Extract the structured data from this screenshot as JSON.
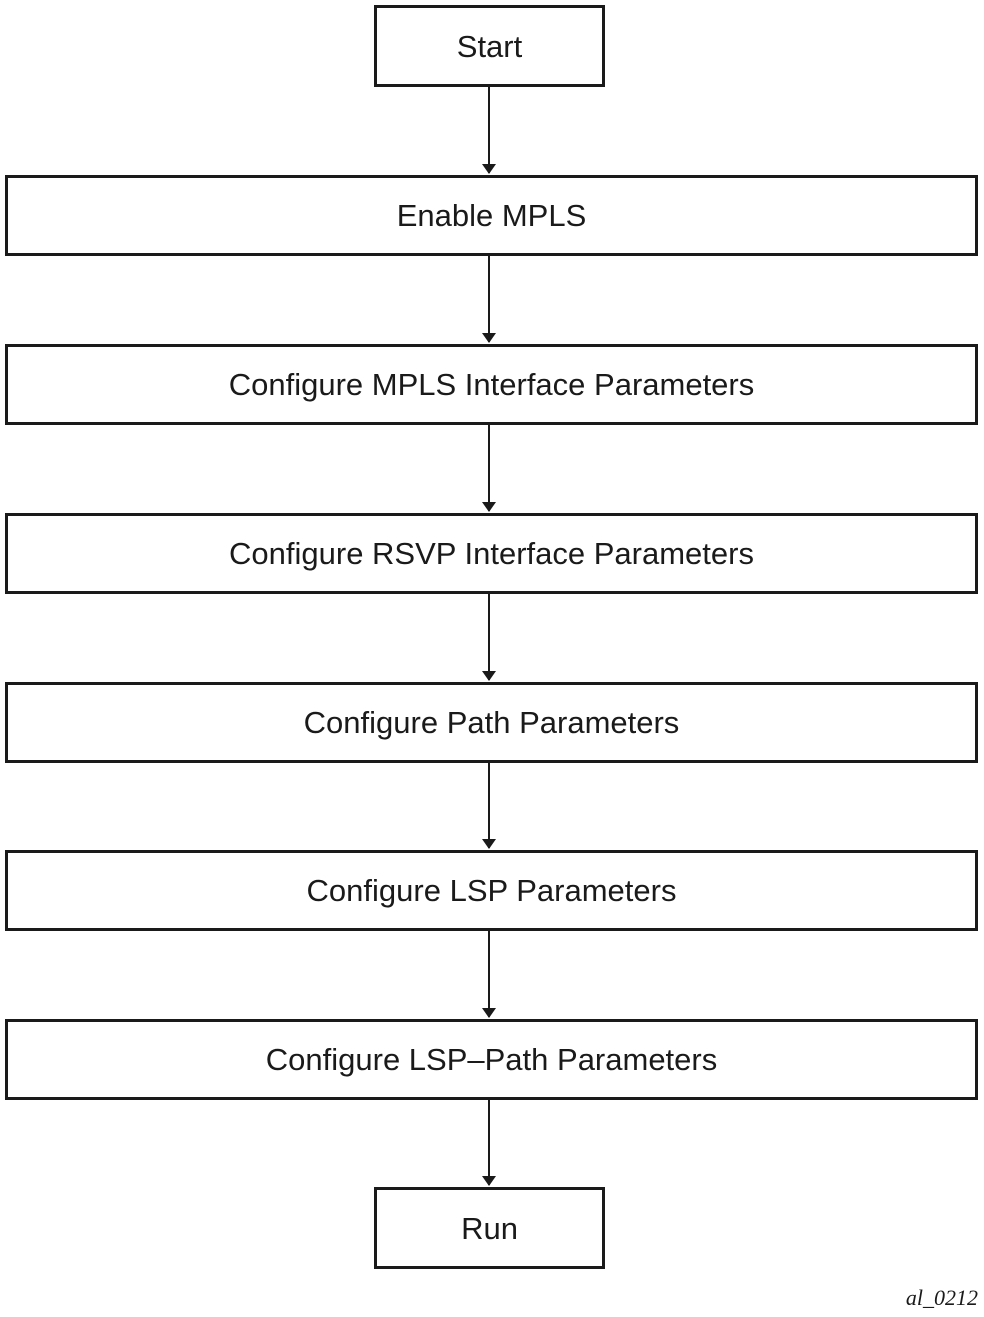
{
  "flowchart": {
    "start": "Start",
    "steps": [
      "Enable MPLS",
      "Configure MPLS Interface Parameters",
      "Configure RSVP Interface Parameters",
      "Configure Path Parameters",
      "Configure LSP Parameters",
      "Configure LSP–Path Parameters"
    ],
    "end": "Run"
  },
  "figure_id": "al_0212",
  "colors": {
    "stroke": "#1a1a1a",
    "fill": "#ffffff"
  }
}
